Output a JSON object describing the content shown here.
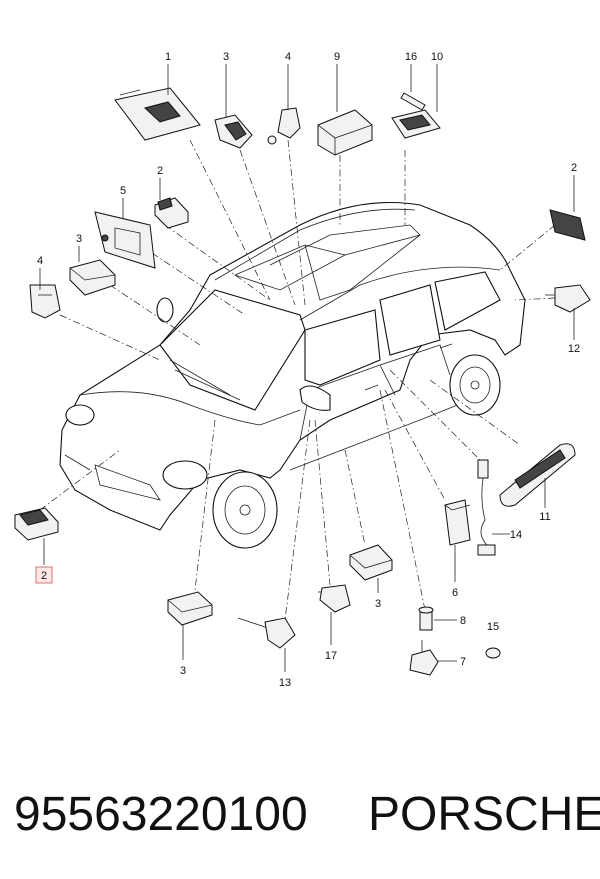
{
  "diagram": {
    "callouts": [
      {
        "id": "c1",
        "label": "1"
      },
      {
        "id": "c3a",
        "label": "3"
      },
      {
        "id": "c4a",
        "label": "4"
      },
      {
        "id": "c9",
        "label": "9"
      },
      {
        "id": "c16",
        "label": "16"
      },
      {
        "id": "c10",
        "label": "10"
      },
      {
        "id": "c2a",
        "label": "2"
      },
      {
        "id": "c5",
        "label": "5"
      },
      {
        "id": "c3b",
        "label": "3"
      },
      {
        "id": "c4b",
        "label": "4"
      },
      {
        "id": "c2b",
        "label": "2"
      },
      {
        "id": "c12",
        "label": "12"
      },
      {
        "id": "c2c",
        "label": "2"
      },
      {
        "id": "c11",
        "label": "11"
      },
      {
        "id": "c14",
        "label": "14"
      },
      {
        "id": "c6",
        "label": "6"
      },
      {
        "id": "c3c",
        "label": "3"
      },
      {
        "id": "c8",
        "label": "8"
      },
      {
        "id": "c15",
        "label": "15"
      },
      {
        "id": "c7",
        "label": "7"
      },
      {
        "id": "c17",
        "label": "17"
      },
      {
        "id": "c13",
        "label": "13"
      },
      {
        "id": "c3d",
        "label": "3"
      }
    ]
  },
  "footer": {
    "part_number": "95563220100",
    "brand": "PORSCHE"
  }
}
